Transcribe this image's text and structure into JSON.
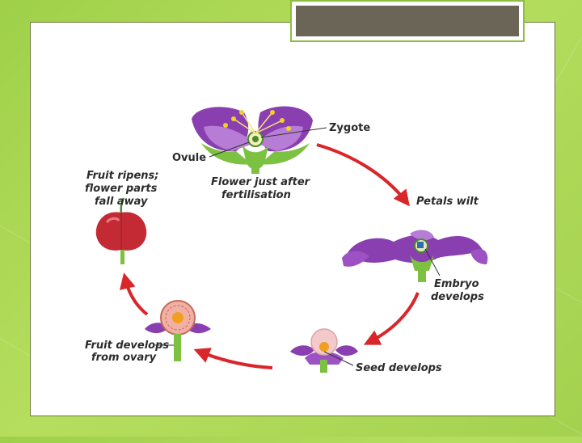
{
  "diagram": {
    "labels": {
      "zygote": "Zygote",
      "ovule": "Ovule",
      "flower_after_line1": "Flower just after",
      "flower_after_line2": "fertilisation",
      "petals_wilt": "Petals wilt",
      "embryo_line1": "Embryo",
      "embryo_line2": "develops",
      "seed_develops": "Seed develops",
      "fruit_develops_line1": "Fruit develops",
      "fruit_develops_line2": "from ovary",
      "fruit_ripens_line1": "Fruit ripens;",
      "fruit_ripens_line2": "flower parts",
      "fruit_ripens_line3": "fall away"
    },
    "colors": {
      "arrow": "#d8262b",
      "petal": "#8a3fb0",
      "stem": "#7dc142",
      "fruit": "#c42a34"
    }
  }
}
